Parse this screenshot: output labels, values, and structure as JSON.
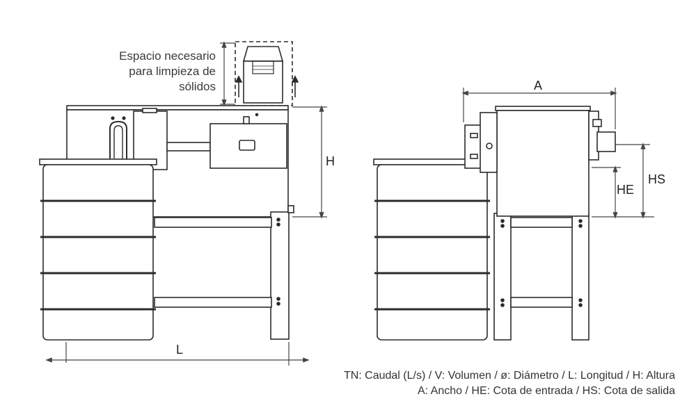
{
  "space_label": {
    "line1": "Espacio necesario",
    "line2": "para limpieza de",
    "line3": "sólidos"
  },
  "dimensions": {
    "H": "H",
    "L": "L",
    "A": "A",
    "HE": "HE",
    "HS": "HS"
  },
  "legend": {
    "line1": "TN: Caudal (L/s) / V: Volumen / ø: Diámetro / L: Longitud / H: Altura",
    "line2": "A: Ancho / HE: Cota de entrada / HS: Cota de salida"
  },
  "colors": {
    "line": "#2b2b2b",
    "fill": "#ffffff",
    "dim_line": "#444444"
  }
}
